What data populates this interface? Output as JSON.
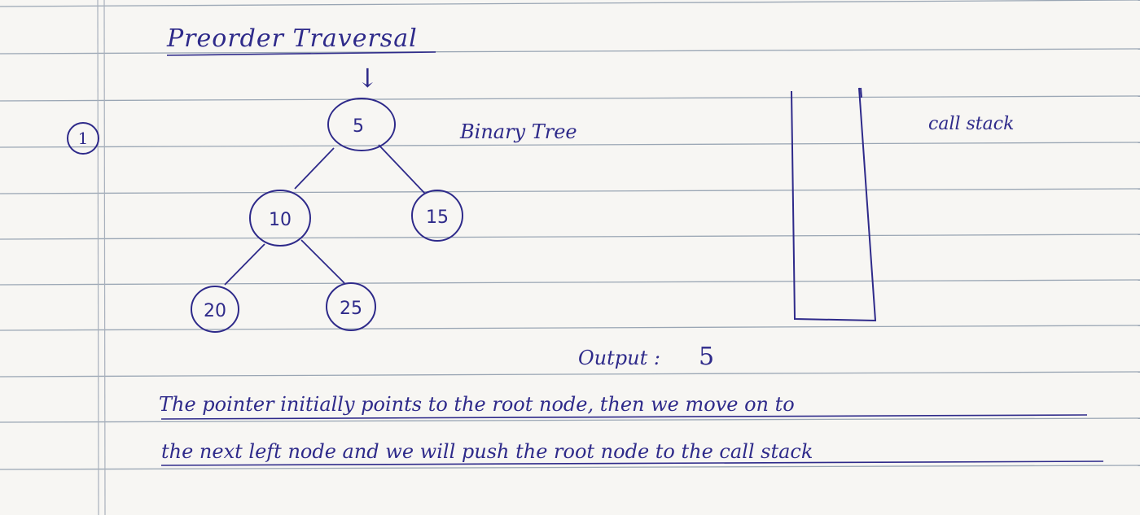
{
  "step_number": "1",
  "title": "Preorder Traversal",
  "arrow": "↓",
  "tree_caption": "Binary Tree",
  "stack_caption": "call stack",
  "output": {
    "label": "Output :",
    "value": "5"
  },
  "explanation": [
    "The pointer initially points to the root node, then we move on to",
    "the next left node and we will push the root node to the call stack"
  ],
  "tree": {
    "nodes": [
      "5",
      "10",
      "15",
      "20",
      "25"
    ],
    "edges": [
      [
        "5",
        "10"
      ],
      [
        "5",
        "15"
      ],
      [
        "10",
        "20"
      ],
      [
        "10",
        "25"
      ]
    ]
  },
  "colors": {
    "ink": "#2e2a8a",
    "rule": "#9aa6b4",
    "paper": "#f7f6f3"
  }
}
